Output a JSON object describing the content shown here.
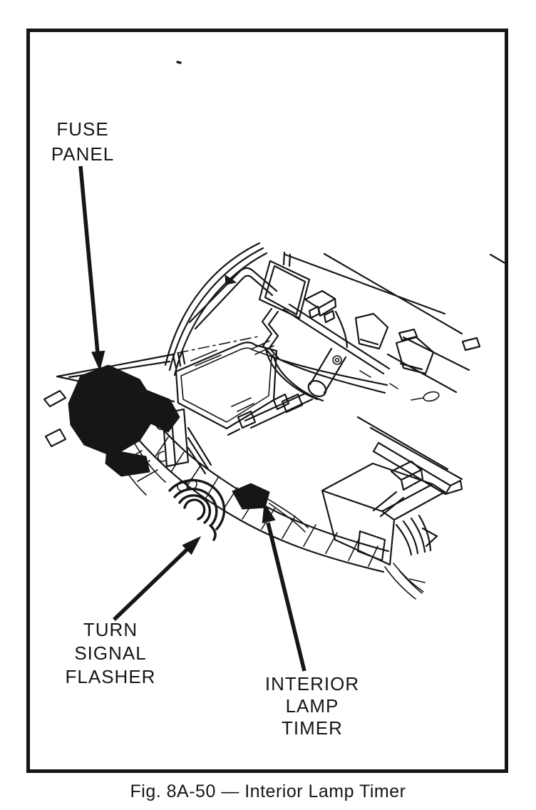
{
  "figure": {
    "caption": "Fig. 8A-50 — Interior Lamp Timer"
  },
  "callouts": {
    "fuse_panel": {
      "lines": [
        "FUSE",
        "PANEL"
      ]
    },
    "turn_signal_flasher": {
      "lines": [
        "TURN",
        "SIGNAL",
        "FLASHER"
      ]
    },
    "interior_lamp_timer": {
      "lines": [
        "INTERIOR",
        "LAMP",
        "TIMER"
      ]
    }
  },
  "colors": {
    "ink": "#161616",
    "paper": "#ffffff"
  }
}
